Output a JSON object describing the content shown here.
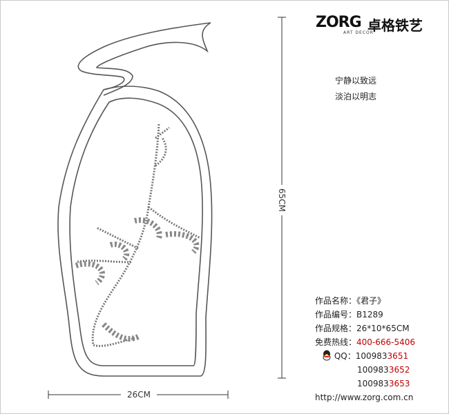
{
  "logo": {
    "brand": "ZORG",
    "sub": "ART DECOR",
    "cn": "卓格铁艺"
  },
  "poem": [
    "宁静以致远",
    "淡泊以明志"
  ],
  "dimensions": {
    "height": "65CM",
    "width": "26CM"
  },
  "info": {
    "name_label": "作品名称：",
    "name": "《君子》",
    "code_label": "作品编号：",
    "code": "B1289",
    "spec_label": "作品规格：",
    "spec": "26*10*65CM",
    "hotline_label": "免费热线：",
    "hotline": "400-666-5406",
    "qq_label": "QQ：",
    "qq": [
      {
        "prefix": "100983",
        "suffix": "3651"
      },
      {
        "prefix": "100983",
        "suffix": "3652"
      },
      {
        "prefix": "100983",
        "suffix": "3653"
      }
    ],
    "url": "http://www.zorg.com.cn"
  },
  "colors": {
    "accent": "#c00000"
  }
}
